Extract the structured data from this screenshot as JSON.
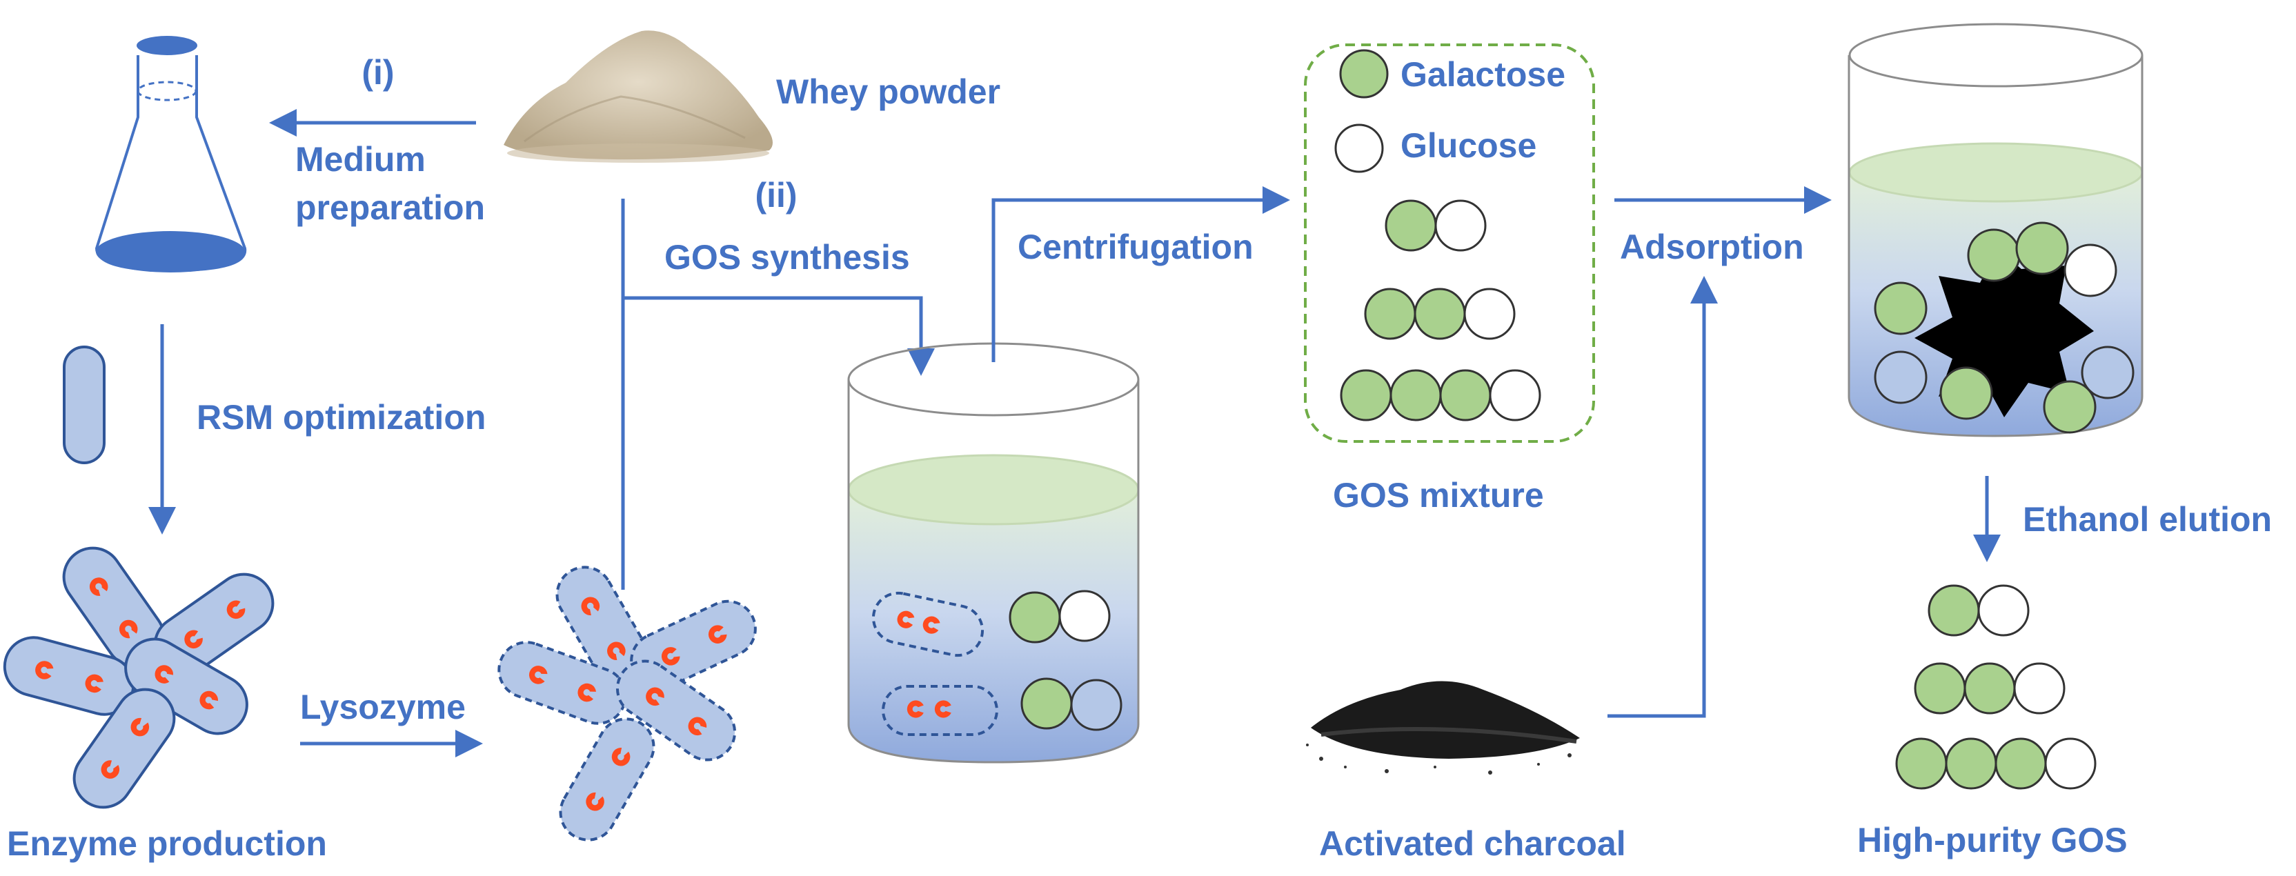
{
  "colors": {
    "text_blue": "#4472c4",
    "arrow_blue": "#4472c4",
    "galactose_fill": "#a9d18e",
    "glucose_fill": "#ffffff",
    "cell_fill": "#b4c7e7",
    "cell_stroke": "#2f5597",
    "enzyme_red": "#ff4b1f",
    "legend_border": "#70ad47"
  },
  "labels": {
    "step_i": "(i)",
    "medium_preparation_line1": "Medium",
    "medium_preparation_line2": "preparation",
    "whey_powder": "Whey powder",
    "step_ii": "(ii)",
    "gos_synthesis": "GOS synthesis",
    "centrifugation": "Centrifugation",
    "rsm_optimization": "RSM optimization",
    "lysozyme": "Lysozyme",
    "enzyme_production": "Enzyme production",
    "gos_mixture": "GOS mixture",
    "adsorption": "Adsorption",
    "activated_charcoal": "Activated charcoal",
    "ethanol_elution": "Ethanol elution",
    "high_purity_gos": "High-purity GOS"
  },
  "legend": {
    "galactose": "Galactose",
    "glucose": "Glucose"
  }
}
